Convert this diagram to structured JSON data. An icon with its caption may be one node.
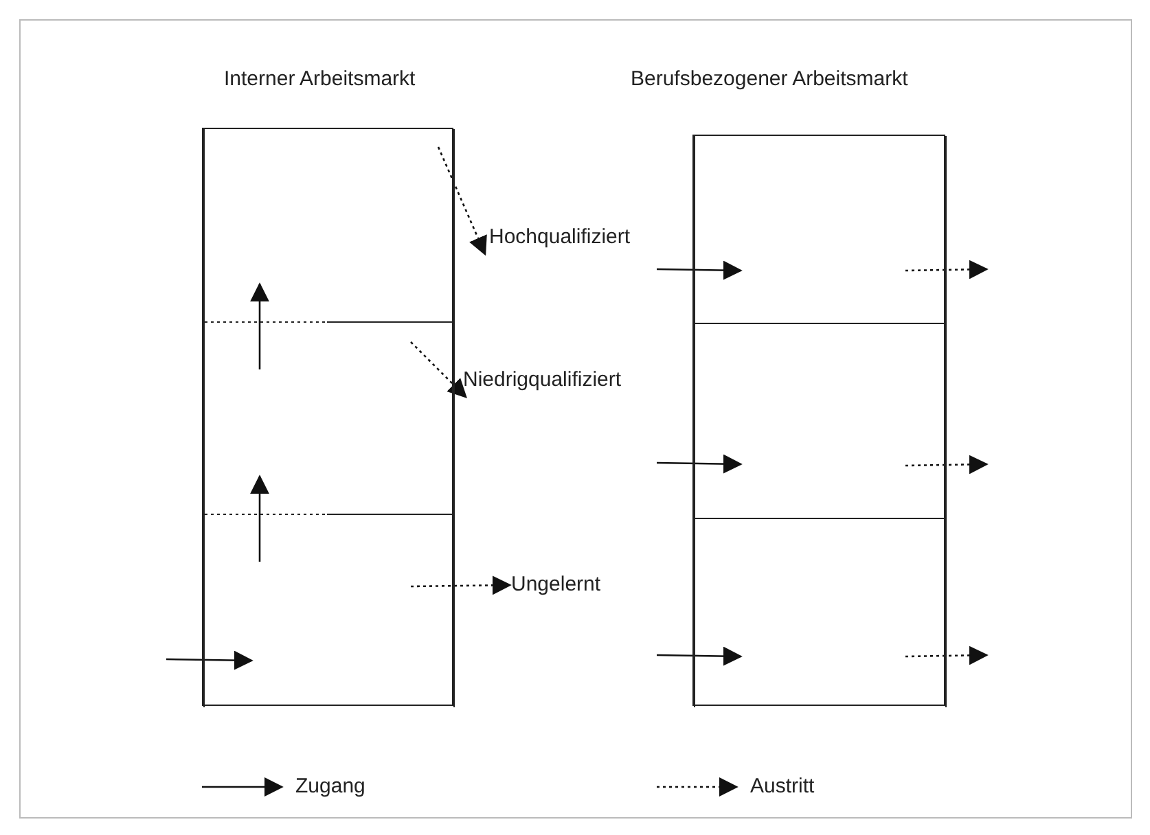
{
  "diagram": {
    "nodes": [
      {
        "text": [
          "Interner Arbeitsmarkt"
        ]
      },
      {
        "text": [],
        "shape": "box",
        "in": 0
      },
      {
        "text": [],
        "shape": "box",
        "in": 0
      },
      {
        "text": [],
        "shape": "box",
        "in": 0
      },
      {
        "text": [
          "Berufsbezogener Arbeitsmarkt"
        ]
      },
      {
        "text": [],
        "shape": "box",
        "in": 4
      },
      {
        "text": [],
        "shape": "box",
        "in": 4
      },
      {
        "text": [],
        "shape": "box",
        "in": 4
      },
      {
        "text": [
          "Hochqualifiziert"
        ]
      },
      {
        "text": [
          "Niedrigqualifiziert"
        ]
      },
      {
        "text": [
          "Ungelernt"
        ]
      }
    ],
    "edges": [
      {
        "from": 3,
        "to": 2,
        "arrow": "to"
      },
      {
        "from": 2,
        "to": 1,
        "arrow": "to"
      },
      {
        "from": null,
        "to": 3,
        "arrow": "to"
      },
      {
        "from": 1,
        "to": 8,
        "arrow": "to",
        "style": "dashed"
      },
      {
        "from": 2,
        "to": 9,
        "arrow": "to",
        "style": "dashed"
      },
      {
        "from": 3,
        "to": 10,
        "arrow": "to",
        "style": "dashed"
      },
      {
        "from": null,
        "to": 5,
        "arrow": "to"
      },
      {
        "from": null,
        "to": 6,
        "arrow": "to"
      },
      {
        "from": null,
        "to": 7,
        "arrow": "to"
      },
      {
        "from": 5,
        "to": null,
        "arrow": "to",
        "style": "dashed"
      },
      {
        "from": 6,
        "to": null,
        "arrow": "to",
        "style": "dashed"
      },
      {
        "from": 7,
        "to": null,
        "arrow": "to",
        "style": "dashed"
      }
    ],
    "legend": [
      {
        "text": "Zugang"
      },
      {
        "text": "Austritt"
      }
    ]
  }
}
